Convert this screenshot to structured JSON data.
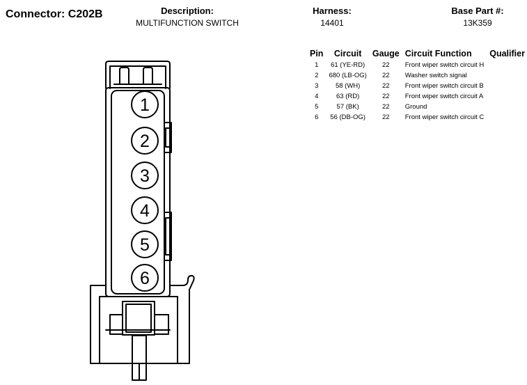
{
  "header": {
    "connector_label": "Connector: C202B",
    "description_label": "Description:",
    "description_value": "MULTIFUNCTION SWITCH",
    "harness_label": "Harness:",
    "harness_value": "14401",
    "base_part_label": "Base Part #:",
    "base_part_value": "13K359"
  },
  "table": {
    "columns": [
      "Pin",
      "Circuit",
      "Gauge",
      "Circuit Function",
      "Qualifier"
    ],
    "rows": [
      {
        "pin": "1",
        "circuit": "61 (YE-RD)",
        "gauge": "22",
        "function": "Front wiper switch circuit H",
        "qualifier": ""
      },
      {
        "pin": "2",
        "circuit": "680 (LB-OG)",
        "gauge": "22",
        "function": "Washer switch signal",
        "qualifier": ""
      },
      {
        "pin": "3",
        "circuit": "58 (WH)",
        "gauge": "22",
        "function": "Front wiper switch circuit B",
        "qualifier": ""
      },
      {
        "pin": "4",
        "circuit": "63 (RD)",
        "gauge": "22",
        "function": "Front wiper switch circuit A",
        "qualifier": ""
      },
      {
        "pin": "5",
        "circuit": "57 (BK)",
        "gauge": "22",
        "function": "Ground",
        "qualifier": ""
      },
      {
        "pin": "6",
        "circuit": "56 (DB-OG)",
        "gauge": "22",
        "function": "Front wiper switch circuit C",
        "qualifier": ""
      }
    ]
  },
  "diagram": {
    "pin_labels": [
      "1",
      "2",
      "3",
      "4",
      "5",
      "6"
    ]
  }
}
